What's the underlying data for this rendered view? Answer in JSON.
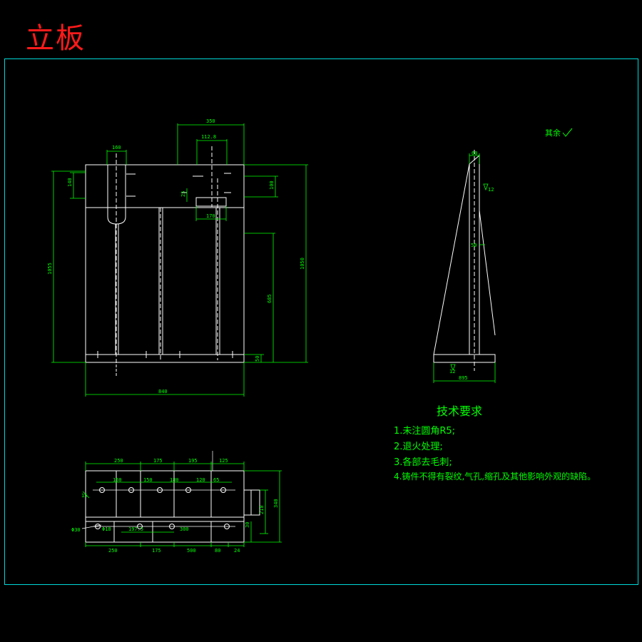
{
  "title": "立板",
  "colors": {
    "frame": "#00d8d8",
    "geometry": "#ffffff",
    "dimension": "#00ff00",
    "title": "#ff1a1a"
  },
  "front_view": {
    "dims": {
      "top_width": "350",
      "slot_width": "112.8",
      "left_slot": "160",
      "left_h": "140",
      "right_h": "100",
      "slot_inner": "25",
      "slot_len": "170",
      "total_h_left": "1055",
      "total_h_right": "1050",
      "mid_h": "685",
      "base_h": "50",
      "width": "840"
    }
  },
  "side_view": {
    "dims": {
      "top": "60",
      "mid": "50",
      "base": "895"
    },
    "weld_top": "12",
    "weld_bottom": "12"
  },
  "plan_view": {
    "top_dims": [
      "250",
      "175",
      "195",
      "125"
    ],
    "inner_dims": [
      "150",
      "150",
      "180",
      "120",
      "65"
    ],
    "left_dim": "15",
    "right_dims": [
      "340",
      "210",
      "30"
    ],
    "bottom_dims": [
      "250",
      "175",
      "500",
      "80",
      "24"
    ],
    "extra": {
      "hole_dia": "Φ30",
      "hole_label": "Φ18",
      "d1": "197.5",
      "d2": "300"
    }
  },
  "roughness_label": "其余",
  "requirements": {
    "heading": "技术要求",
    "items": [
      "1.未注圆角R5;",
      "2.退火处理;",
      "3.各部去毛刺;",
      "4.铸件不得有裂纹,气孔,缩孔及其他影响外观的缺陷。"
    ]
  }
}
